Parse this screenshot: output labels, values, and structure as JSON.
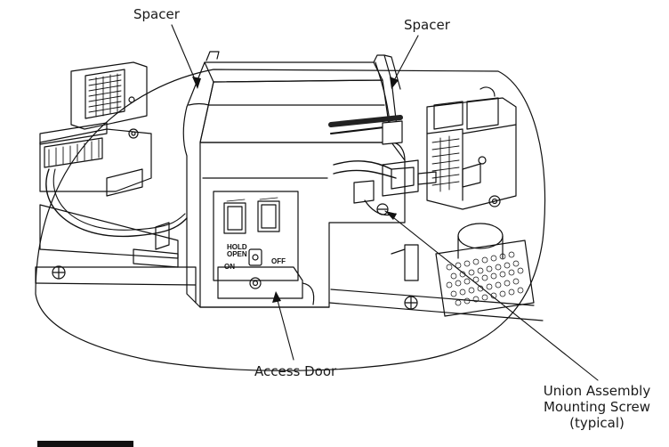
{
  "callouts": {
    "spacer_left": "Spacer",
    "spacer_right": "Spacer",
    "access_door": "Access Door",
    "union_line1": "Union Assembly",
    "union_line2": "Mounting Screw",
    "union_line3": "(typical)"
  },
  "switch_panel": {
    "hold": "HOLD",
    "open": "OPEN",
    "on": "ON",
    "off": "OFF"
  }
}
